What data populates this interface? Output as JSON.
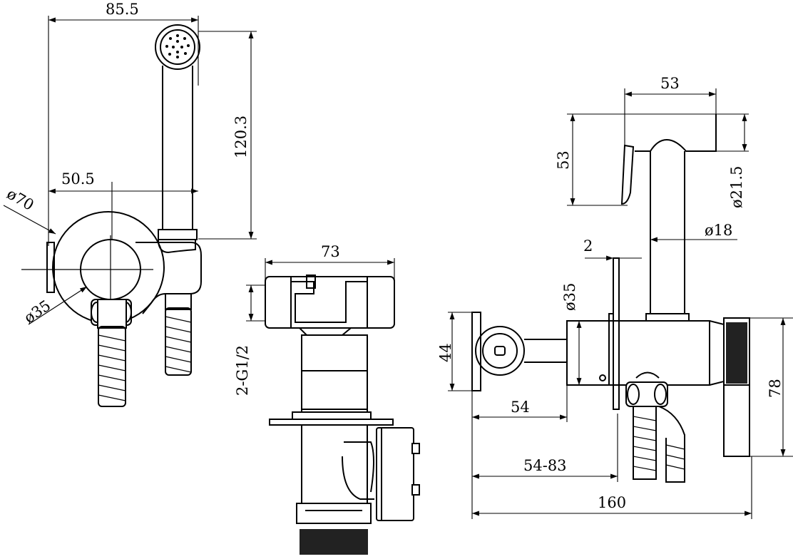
{
  "dimensions": {
    "left_view": {
      "width_total": "85.5",
      "height_total": "120.3",
      "width_offset": "50.5",
      "flange_diameter": "ø70",
      "body_diameter": "ø35"
    },
    "middle_view": {
      "width": "73",
      "thread": "2-G1/2"
    },
    "right_view": {
      "head_width": "53",
      "head_height": "53",
      "head_diameter": "ø21.5",
      "stem_diameter": "ø18",
      "plate_thickness": "2",
      "body_diameter": "ø35",
      "cap_height": "44",
      "depth_min": "54",
      "depth_range": "54-83",
      "overall_length": "160",
      "handle_height": "78"
    }
  }
}
